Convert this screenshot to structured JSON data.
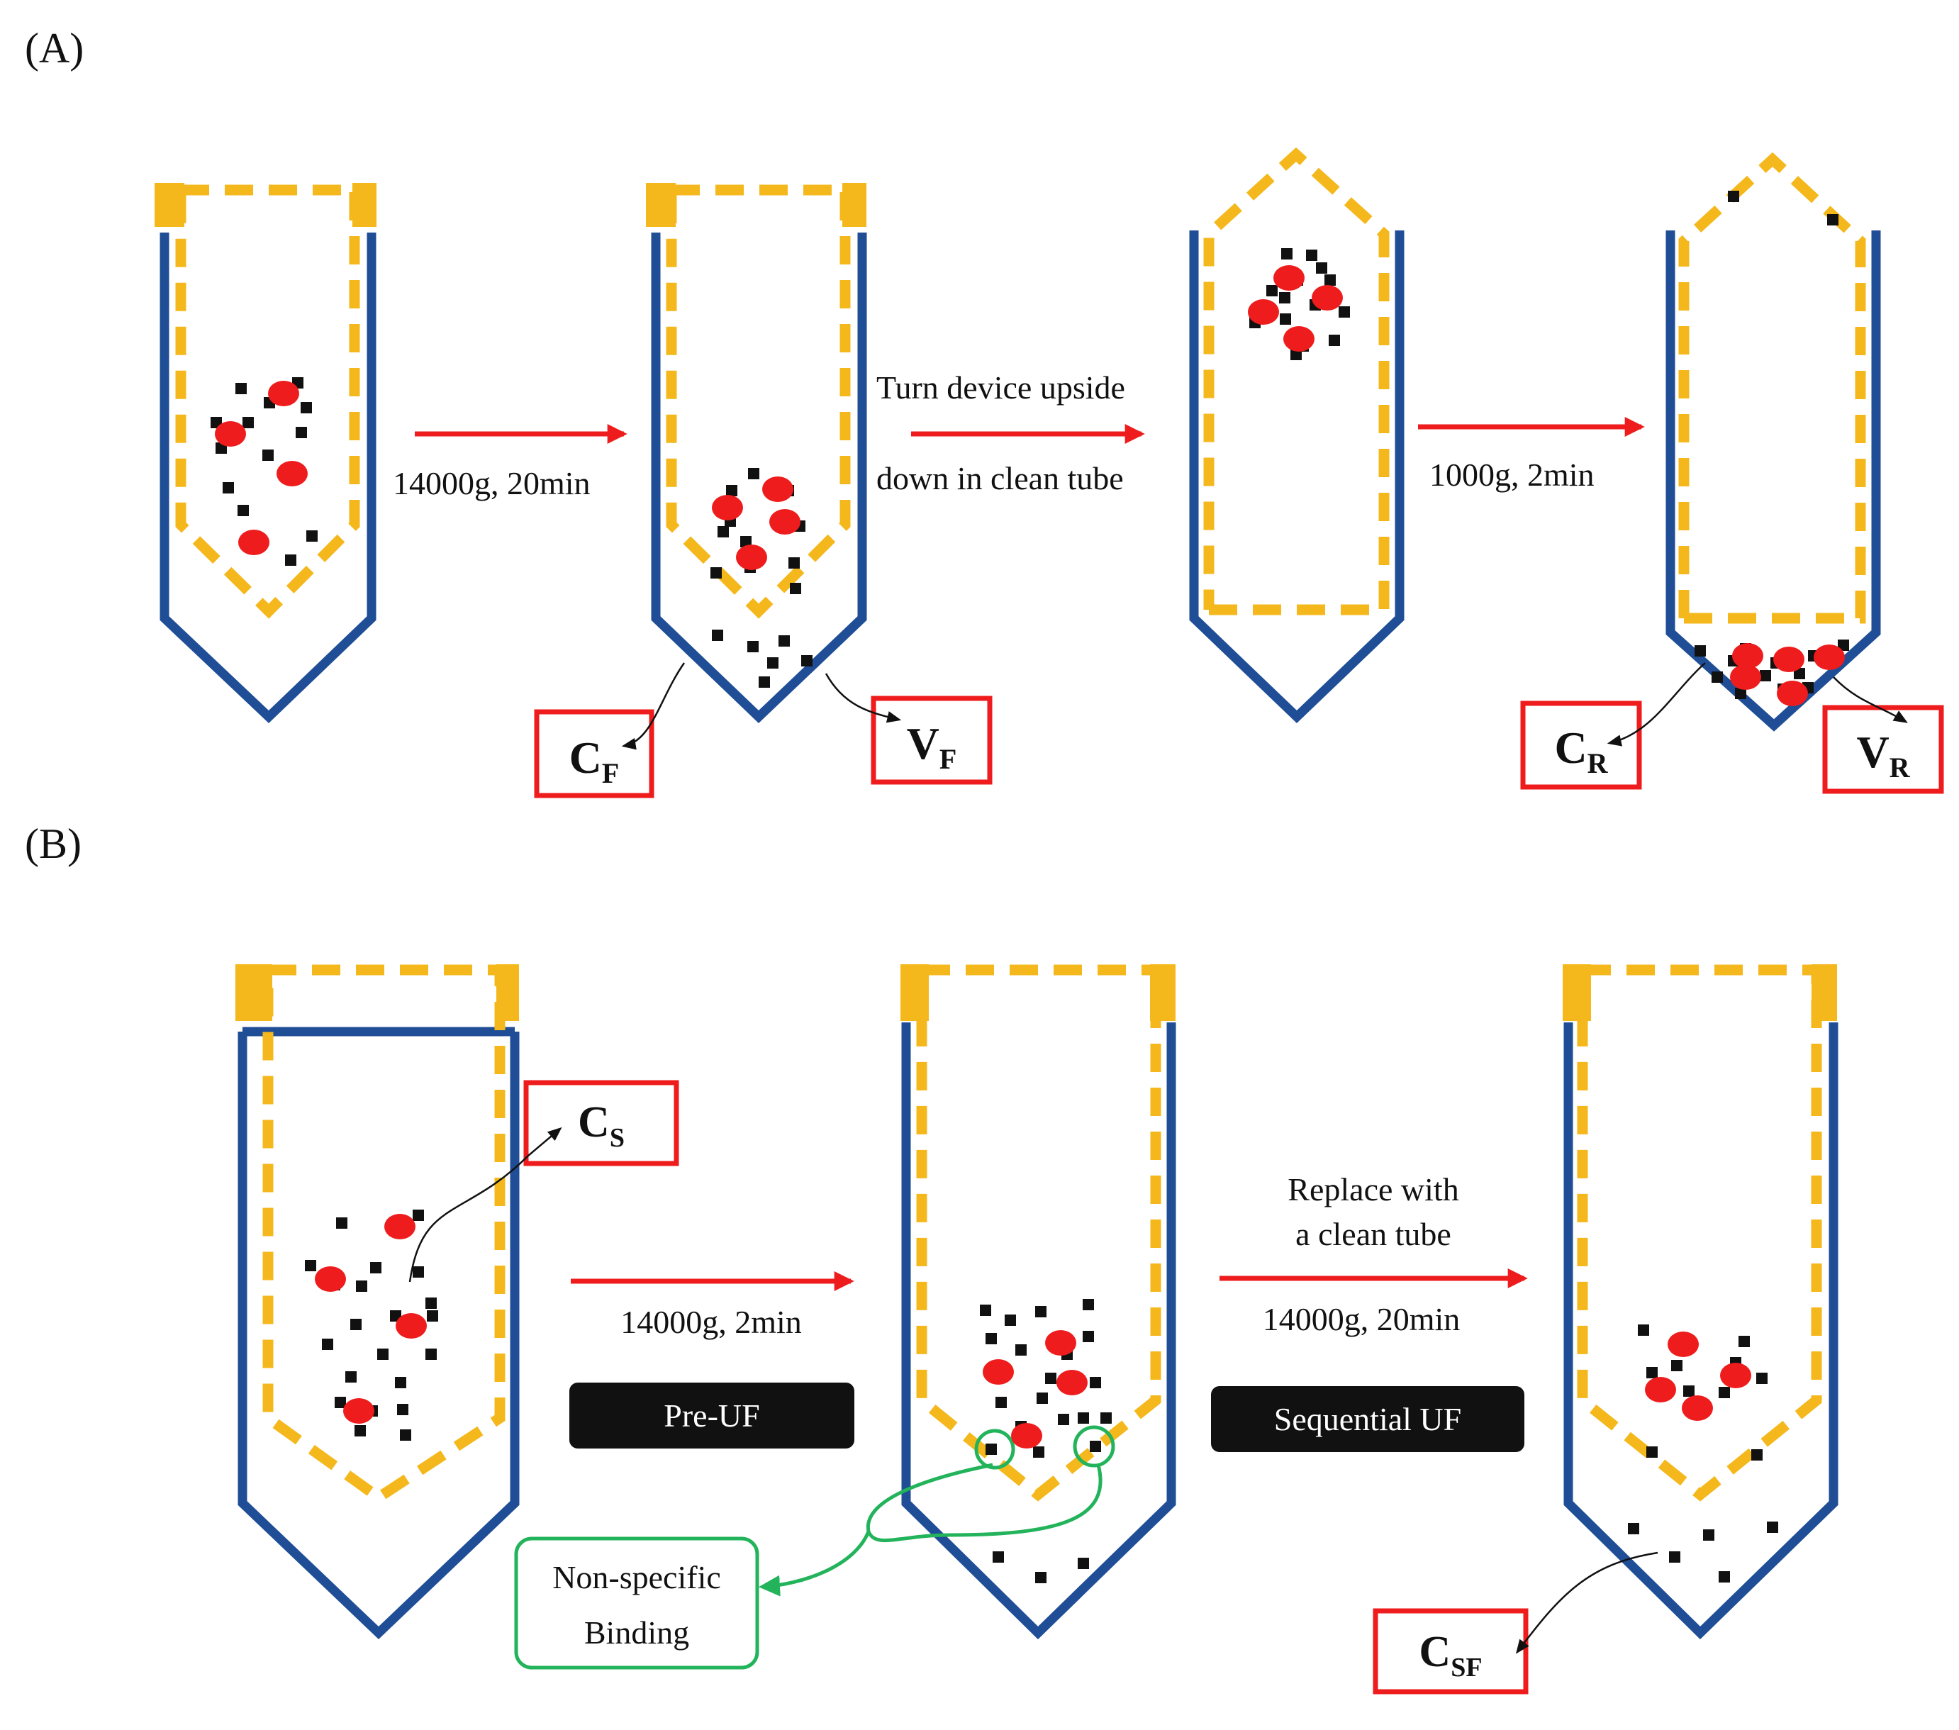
{
  "panels": {
    "a": {
      "label": "(A)",
      "steps": [
        "14000g, 20min",
        "Turn device upside",
        "down in clean tube",
        "1000g, 2min"
      ],
      "boxes": [
        {
          "main": "C",
          "sub": "F"
        },
        {
          "main": "V",
          "sub": "F"
        },
        {
          "main": "C",
          "sub": "R"
        },
        {
          "main": "V",
          "sub": "R"
        }
      ]
    },
    "b": {
      "label": "(B)",
      "steps": [
        "14000g, 2min",
        "Replace with",
        "a clean tube",
        "14000g, 20min"
      ],
      "badges": [
        "Pre-UF",
        "Sequential UF"
      ],
      "boxes": [
        {
          "main": "C",
          "sub": "S"
        },
        {
          "main": "C",
          "sub": "SF"
        }
      ],
      "note": [
        "Non-specific",
        "Binding"
      ]
    }
  },
  "colors": {
    "tube": "#1f4e96",
    "filter": "#f5b81c",
    "arrow": "#ee1c1c",
    "particle": "#111111",
    "drop": "#ee1c1c",
    "highlight": "#22b35b",
    "badge": "#111111"
  }
}
